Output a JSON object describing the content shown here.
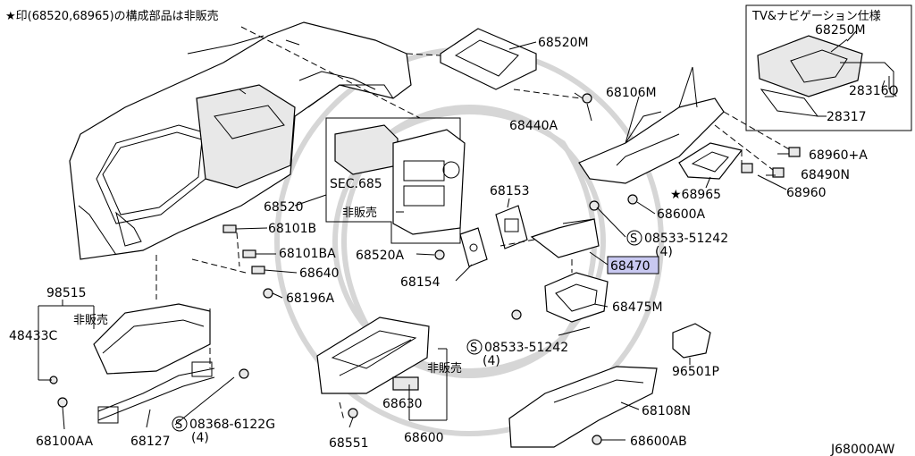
{
  "note": "★印(68520,68965)の構成部品は非販売",
  "inset_title": "TV&ナビゲーション仕様",
  "diagram_code": "J68000AW",
  "labels": {
    "p68520M": "68520M",
    "p68440A": "68440A",
    "p68106M": "68106M",
    "p68250M": "68250M",
    "p28316Q": "28316Q",
    "p28317": "28317",
    "p68960pA": "68960+A",
    "p68490N": "68490N",
    "p68965": "★68965",
    "p68960": "68960",
    "p68600A": "68600A",
    "sec685": "SEC.685",
    "nonsale1": "非販売",
    "p68520": "68520",
    "p68101B": "68101B",
    "p68101BA": "68101BA",
    "p68640": "68640",
    "p68196A": "68196A",
    "p68520A": "68520A",
    "p68153": "68153",
    "p68154": "68154",
    "p08533a": "08533-51242",
    "p08533a_qty": "(4)",
    "p68470": "68470",
    "p68475M": "68475M",
    "p98515": "98515",
    "p48433C": "48433C",
    "nonsale2": "非販売",
    "p08533b": "08533-51242",
    "p08533b_qty": "(4)",
    "nonsale3": "非販売",
    "p96501P": "96501P",
    "p68630": "68630",
    "p68108N": "68108N",
    "p08368": "08368-6122G",
    "p08368_qty": "(4)",
    "p68100AA": "68100AA",
    "p68127": "68127",
    "p68551": "68551",
    "p68600": "68600",
    "p68600AB": "68600AB",
    "s_mark": "S"
  },
  "colors": {
    "line": "#000000",
    "highlight": "#c8c8f0",
    "watermark": "#d6d6d6"
  }
}
